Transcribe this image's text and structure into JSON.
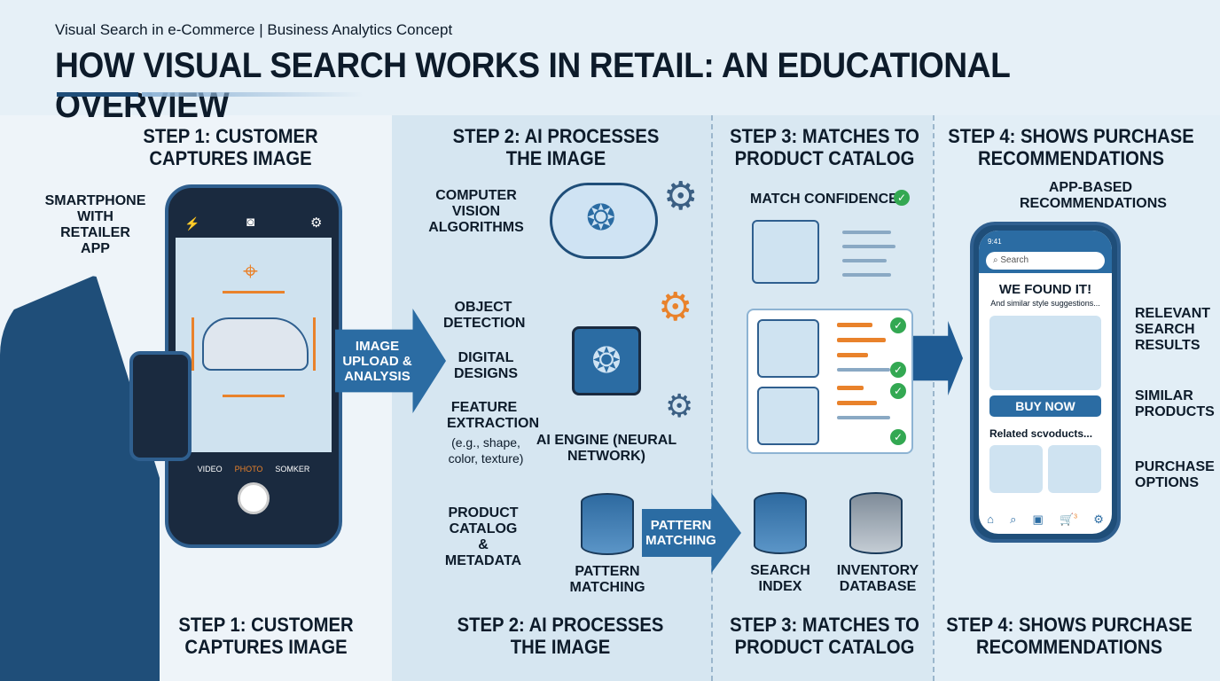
{
  "header": {
    "subtitle": "Visual Search in e-Commerce | Business Analytics Concept",
    "title": "HOW VISUAL SEARCH WORKS IN RETAIL: AN EDUCATIONAL OVERVIEW"
  },
  "step1": {
    "title_top": "STEP 1: CUSTOMER CAPTURES IMAGE",
    "title_bottom": "STEP 1: CUSTOMER CAPTURES IMAGE",
    "callout": "SMARTPHONE WITH RETAILER APP",
    "camera_modes": [
      "VIDEO",
      "PHOTO",
      "SOMKER"
    ],
    "arrow": "IMAGE UPLOAD & ANALYSIS"
  },
  "step2": {
    "title_top": "STEP 2: AI PROCESSES THE IMAGE",
    "title_bottom": "STEP 2: AI PROCESSES THE IMAGE",
    "cv": "COMPUTER VISION ALGORITHMS",
    "object": "OBJECT DETECTION",
    "digital": "DIGITAL DESIGNS",
    "feature": "FEATURE EXTRACTION",
    "feature_note": "(e.g., shape, color, texture)",
    "engine": "AI ENGINE (NEURAL NETWORK)",
    "catalog": "PRODUCT CATALOG & METADATA",
    "pattern_db": "PATTERN MATCHING",
    "pattern_arrow": "PATTERN MATCHING"
  },
  "step3": {
    "title_top": "STEP 3: MATCHES TO PRODUCT CATALOG",
    "title_bottom": "STEP 3: MATCHES TO PRODUCT CATALOG",
    "confidence": "MATCH CONFIDENCE",
    "search_index": "SEARCH INDEX",
    "inventory": "INVENTORY DATABASE"
  },
  "step4": {
    "title_top": "STEP 4: SHOWS PURCHASE RECOMMENDATIONS",
    "title_bottom": "STEP 4: SHOWS PURCHASE RECOMMENDATIONS",
    "app_based": "APP-BASED RECOMMENDATIONS",
    "time": "9:41",
    "search_placeholder": "Search",
    "found": "WE FOUND IT!",
    "similar": "And similar style suggestions...",
    "buy": "BUY NOW",
    "related": "Related scvoducts...",
    "relevant": "RELEVANT SEARCH RESULTS",
    "similar_products": "SIMILAR PRODUCTS",
    "purchase": "PURCHASE OPTIONS",
    "cart_badge": "3"
  },
  "colors": {
    "accent": "#e9822b",
    "primary": "#2b6ca3",
    "dark": "#1a2a3f",
    "check": "#33a852"
  }
}
